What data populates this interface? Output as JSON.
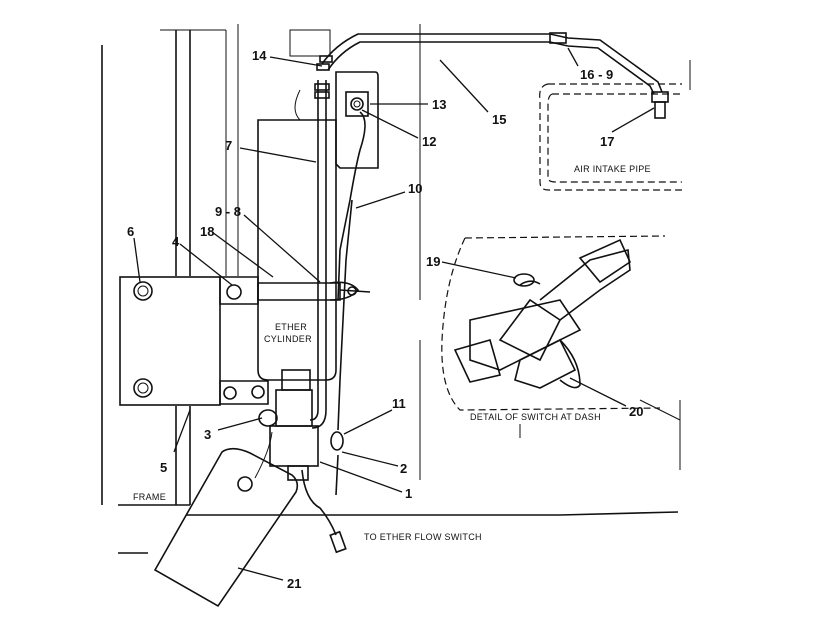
{
  "labels": {
    "air_intake_pipe": "AIR INTAKE PIPE",
    "ether_cylinder_line1": "ETHER",
    "ether_cylinder_line2": "CYLINDER",
    "detail": "DETAIL OF SWITCH AT DASH",
    "frame": "FRAME",
    "to_switch": "TO ETHER FLOW SWITCH"
  },
  "callouts": {
    "c1": "1",
    "c2": "2",
    "c3": "3",
    "c4": "4",
    "c5": "5",
    "c6": "6",
    "c7": "7",
    "c9_8": "9 - 8",
    "c10": "10",
    "c11": "11",
    "c12": "12",
    "c13": "13",
    "c14": "14",
    "c15": "15",
    "c16_9": "16 - 9",
    "c17": "17",
    "c18": "18",
    "c19": "19",
    "c20": "20",
    "c21": "21"
  }
}
